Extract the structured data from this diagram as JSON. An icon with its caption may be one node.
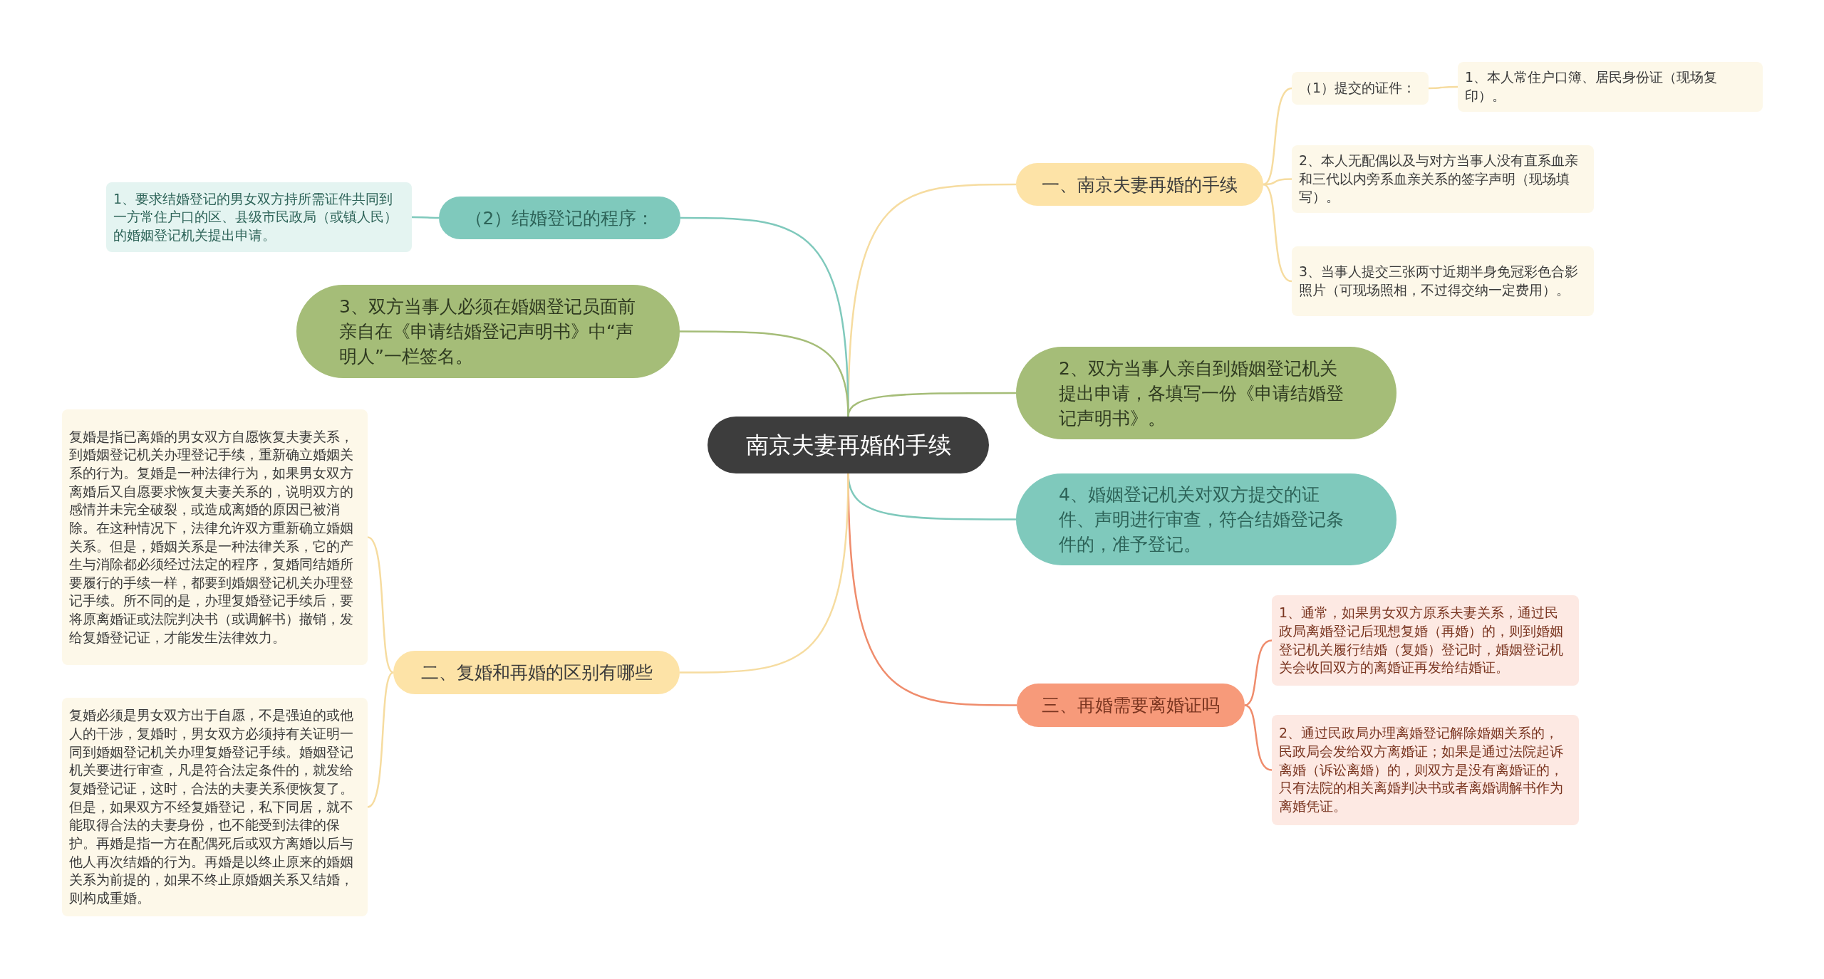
{
  "diagram": {
    "nodes": [
      {
        "text": [
          "南京夫妻再婚的手续"
        ]
      },
      {
        "text": [
          "一、南京夫妻再婚的手续"
        ]
      },
      {
        "text": [
          "（1）提交的证件："
        ]
      },
      {
        "text": [
          "1、本人常住户口簿、居民身份证（现场复印）。"
        ]
      },
      {
        "text": [
          "2、本人无配偶以及与对方当事人没有直系血亲和三代以内旁系血亲关系的签字声明（现场填写）。"
        ]
      },
      {
        "text": [
          "3、当事人提交三张两寸近期半身免冠彩色合影照片（可现场照相，不过得交纳一定费用）。"
        ]
      },
      {
        "text": [
          "2、双方当事人亲自到婚姻登记机关提出申请，各填写一份《申请结婚登记声明书》。"
        ]
      },
      {
        "text": [
          "4、婚姻登记机关对双方提交的证件、声明进行审查，符合结婚登记条件的，准予登记。"
        ]
      },
      {
        "text": [
          "三、再婚需要离婚证吗"
        ]
      },
      {
        "text": [
          "1、通常，如果男女双方原系夫妻关系，通过民政局离婚登记后现想复婚（再婚）的，则到婚姻登记机关履行结婚（复婚）登记时，婚姻登记机关会收回双方的离婚证再发给结婚证。"
        ]
      },
      {
        "text": [
          "2、通过民政局办理离婚登记解除婚姻关系的，民政局会发给双方离婚证；如果是通过法院起诉离婚（诉讼离婚）的，则双方是没有离婚证的，只有法院的相关离婚判决书或者离婚调解书作为离婚凭证。"
        ]
      },
      {
        "text": [
          "（2）结婚登记的程序："
        ]
      },
      {
        "text": [
          "1、要求结婚登记的男女双方持所需证件共同到一方常住户口的区、县级市民政局（或镇人民）的婚姻登记机关提出申请。"
        ]
      },
      {
        "text": [
          "3、双方当事人必须在婚姻登记员面前亲自在《申请结婚登记声明书》中“声明人”一栏签名。"
        ]
      },
      {
        "text": [
          "二、复婚和再婚的区别有哪些"
        ]
      },
      {
        "text": [
          "复婚是指已离婚的男女双方自愿恢复夫妻关系，到婚姻登记机关办理登记手续，重新确立婚姻关系的行为。复婚是一种法律行为，如果男女双方离婚后又自愿要求恢复夫妻关系的，说明双方的感情并未完全破裂，或造成离婚的原因已被消除。在这种情况下，法律允许双方重新确立婚姻关系。但是，婚姻关系是一种法律关系，它的产生与消除都必须经过法定的程序，复婚同结婚所要履行的手续一样，都要到婚姻登记机关办理登记手续。所不同的是，办理复婚登记手续后，要将原离婚证或法院判决书（或调解书）撤销，发给复婚登记证，才能发生法律效力。"
        ]
      },
      {
        "text": [
          "复婚必须是男女双方出于自愿，不是强迫的或他人的干涉，复婚时，男女双方必须持有关证明一同到婚姻登记机关办理复婚登记手续。婚姻登记机关要进行审查，凡是符合法定条件的，就发给复婚登记证，这时，合法的夫妻关系便恢复了。但是，如果双方不经复婚登记，私下同居，就不能取得合法的夫妻身份，也不能受到法律的保护。再婚是指一方在配偶死后或双方离婚以后与他人再次结婚的行为。再婚是以终止原来的婚姻关系为前提的，如果不终止原婚姻关系又结婚，则构成重婚。"
        ]
      }
    ],
    "edges": [
      {
        "from": 0,
        "to": 1,
        "arrow": "none"
      },
      {
        "from": 1,
        "to": 2,
        "arrow": "none"
      },
      {
        "from": 2,
        "to": 3,
        "arrow": "none"
      },
      {
        "from": 1,
        "to": 4,
        "arrow": "none"
      },
      {
        "from": 1,
        "to": 5,
        "arrow": "none"
      },
      {
        "from": 0,
        "to": 6,
        "arrow": "none",
        "color": "#a5bd78"
      },
      {
        "from": 0,
        "to": 7,
        "arrow": "none",
        "color": "#7fc9bc"
      },
      {
        "from": 0,
        "to": 8,
        "arrow": "none",
        "color": "#ef8c6c"
      },
      {
        "from": 8,
        "to": 9,
        "arrow": "none",
        "color": "#ef8c6c"
      },
      {
        "from": 8,
        "to": 10,
        "arrow": "none",
        "color": "#ef8c6c"
      },
      {
        "from": 0,
        "to": 11,
        "arrow": "none",
        "color": "#7fc9bc"
      },
      {
        "from": 11,
        "to": 12,
        "arrow": "none",
        "color": "#7fc9bc"
      },
      {
        "from": 0,
        "to": 13,
        "arrow": "none",
        "color": "#a5bd78"
      },
      {
        "from": 0,
        "to": 14,
        "arrow": "none"
      },
      {
        "from": 14,
        "to": 15,
        "arrow": "none"
      },
      {
        "from": 14,
        "to": 16,
        "arrow": "none"
      }
    ]
  }
}
